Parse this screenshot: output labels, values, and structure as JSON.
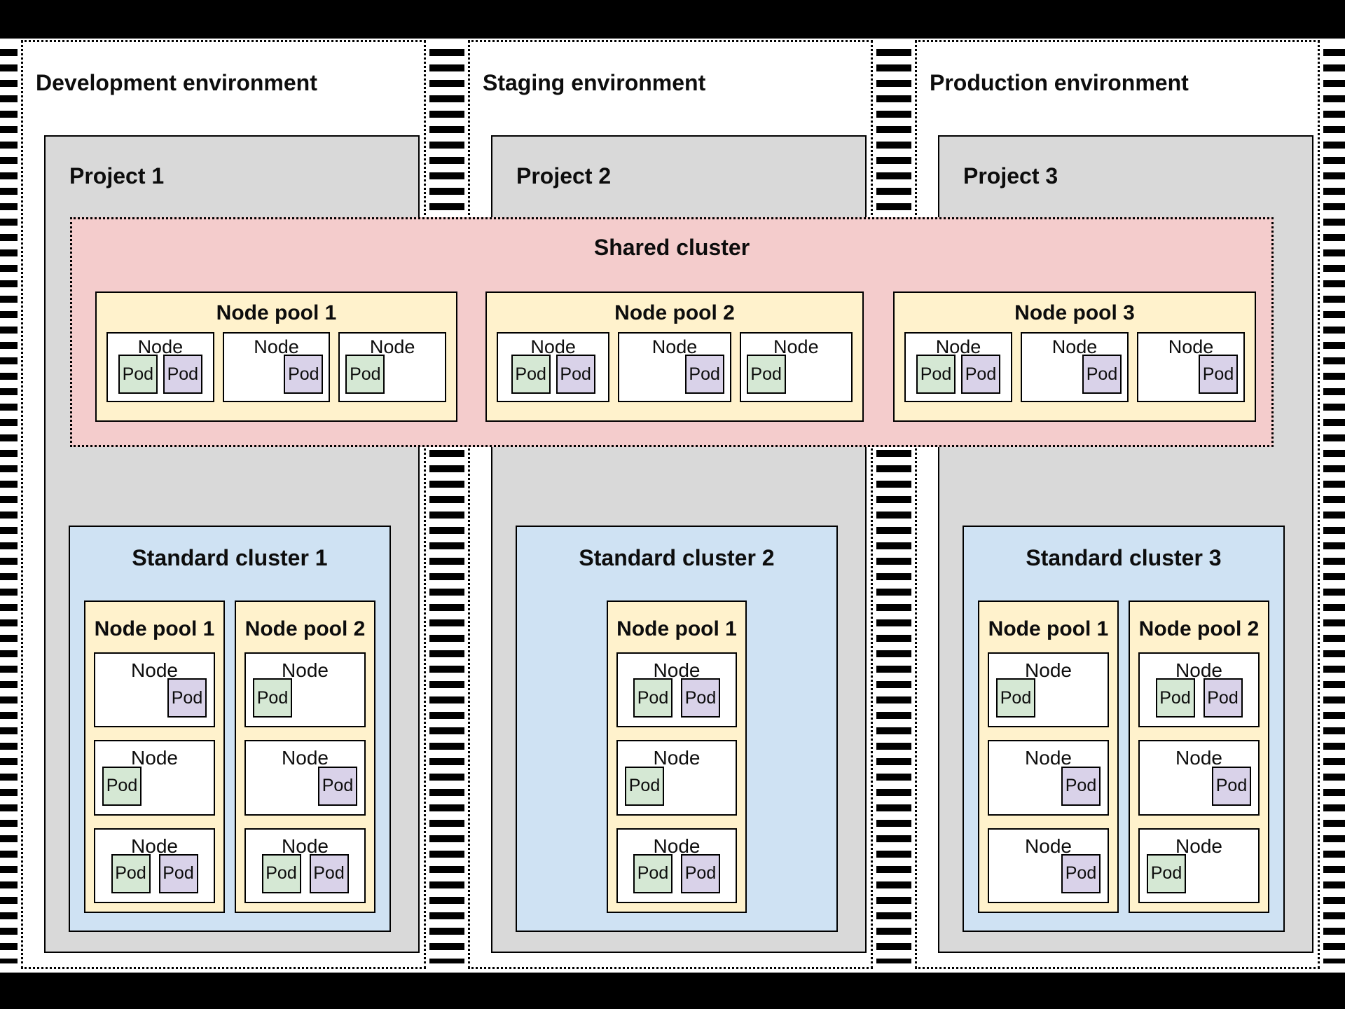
{
  "diagram": {
    "colors": {
      "frame": "#000000",
      "backdrop": "#ffffff",
      "text": "#0d0d0d",
      "project": "#d9d9d9",
      "standard_cluster": "#cfe2f3",
      "shared_cluster": "#f4cccc",
      "node_pool": "#fff2cc",
      "node": "#ffffff",
      "pod_green": "#d5e8d4",
      "pod_purple": "#d9d2e9"
    },
    "environments": [
      {
        "title": "Development environment",
        "project": {
          "title": "Project 1",
          "cluster": {
            "title": "Standard cluster 1",
            "pools": [
              {
                "title": "Node pool 1",
                "nodes": [
                  {
                    "label": "Node",
                    "align": "right",
                    "pods": [
                      {
                        "label": "Pod",
                        "color": "purple"
                      }
                    ]
                  },
                  {
                    "label": "Node",
                    "align": "left",
                    "pods": [
                      {
                        "label": "Pod",
                        "color": "green"
                      }
                    ]
                  },
                  {
                    "label": "Node",
                    "align": "center",
                    "pods": [
                      {
                        "label": "Pod",
                        "color": "green"
                      },
                      {
                        "label": "Pod",
                        "color": "purple"
                      }
                    ]
                  }
                ]
              },
              {
                "title": "Node pool 2",
                "nodes": [
                  {
                    "label": "Node",
                    "align": "left",
                    "pods": [
                      {
                        "label": "Pod",
                        "color": "green"
                      }
                    ]
                  },
                  {
                    "label": "Node",
                    "align": "right",
                    "pods": [
                      {
                        "label": "Pod",
                        "color": "purple"
                      }
                    ]
                  },
                  {
                    "label": "Node",
                    "align": "center",
                    "pods": [
                      {
                        "label": "Pod",
                        "color": "green"
                      },
                      {
                        "label": "Pod",
                        "color": "purple"
                      }
                    ]
                  }
                ]
              }
            ]
          }
        }
      },
      {
        "title": "Staging environment",
        "project": {
          "title": "Project 2",
          "cluster": {
            "title": "Standard cluster 2",
            "pools": [
              {
                "title": "Node pool 1",
                "nodes": [
                  {
                    "label": "Node",
                    "align": "center",
                    "pods": [
                      {
                        "label": "Pod",
                        "color": "green"
                      },
                      {
                        "label": "Pod",
                        "color": "purple"
                      }
                    ]
                  },
                  {
                    "label": "Node",
                    "align": "left",
                    "pods": [
                      {
                        "label": "Pod",
                        "color": "green"
                      }
                    ]
                  },
                  {
                    "label": "Node",
                    "align": "center",
                    "pods": [
                      {
                        "label": "Pod",
                        "color": "green"
                      },
                      {
                        "label": "Pod",
                        "color": "purple"
                      }
                    ]
                  }
                ]
              }
            ]
          }
        }
      },
      {
        "title": "Production environment",
        "project": {
          "title": "Project 3",
          "cluster": {
            "title": "Standard cluster 3",
            "pools": [
              {
                "title": "Node pool 1",
                "nodes": [
                  {
                    "label": "Node",
                    "align": "left",
                    "pods": [
                      {
                        "label": "Pod",
                        "color": "green"
                      }
                    ]
                  },
                  {
                    "label": "Node",
                    "align": "right",
                    "pods": [
                      {
                        "label": "Pod",
                        "color": "purple"
                      }
                    ]
                  },
                  {
                    "label": "Node",
                    "align": "right",
                    "pods": [
                      {
                        "label": "Pod",
                        "color": "purple"
                      }
                    ]
                  }
                ]
              },
              {
                "title": "Node pool 2",
                "nodes": [
                  {
                    "label": "Node",
                    "align": "center",
                    "pods": [
                      {
                        "label": "Pod",
                        "color": "green"
                      },
                      {
                        "label": "Pod",
                        "color": "purple"
                      }
                    ]
                  },
                  {
                    "label": "Node",
                    "align": "right",
                    "pods": [
                      {
                        "label": "Pod",
                        "color": "purple"
                      }
                    ]
                  },
                  {
                    "label": "Node",
                    "align": "left",
                    "pods": [
                      {
                        "label": "Pod",
                        "color": "green"
                      }
                    ]
                  }
                ]
              }
            ]
          }
        }
      }
    ],
    "shared_cluster": {
      "title": "Shared cluster",
      "pools": [
        {
          "title": "Node pool 1",
          "nodes": [
            {
              "label": "Node",
              "align": "center",
              "pods": [
                {
                  "label": "Pod",
                  "color": "green"
                },
                {
                  "label": "Pod",
                  "color": "purple"
                }
              ]
            },
            {
              "label": "Node",
              "align": "right",
              "pods": [
                {
                  "label": "Pod",
                  "color": "purple"
                }
              ]
            },
            {
              "label": "Node",
              "align": "left",
              "pods": [
                {
                  "label": "Pod",
                  "color": "green"
                }
              ]
            }
          ]
        },
        {
          "title": "Node pool 2",
          "nodes": [
            {
              "label": "Node",
              "align": "center",
              "pods": [
                {
                  "label": "Pod",
                  "color": "green"
                },
                {
                  "label": "Pod",
                  "color": "purple"
                }
              ]
            },
            {
              "label": "Node",
              "align": "right",
              "pods": [
                {
                  "label": "Pod",
                  "color": "purple"
                }
              ]
            },
            {
              "label": "Node",
              "align": "left",
              "pods": [
                {
                  "label": "Pod",
                  "color": "green"
                }
              ]
            }
          ]
        },
        {
          "title": "Node pool 3",
          "nodes": [
            {
              "label": "Node",
              "align": "center",
              "pods": [
                {
                  "label": "Pod",
                  "color": "green"
                },
                {
                  "label": "Pod",
                  "color": "purple"
                }
              ]
            },
            {
              "label": "Node",
              "align": "right",
              "pods": [
                {
                  "label": "Pod",
                  "color": "purple"
                }
              ]
            },
            {
              "label": "Node",
              "align": "right",
              "pods": [
                {
                  "label": "Pod",
                  "color": "purple"
                }
              ]
            }
          ]
        }
      ]
    }
  }
}
